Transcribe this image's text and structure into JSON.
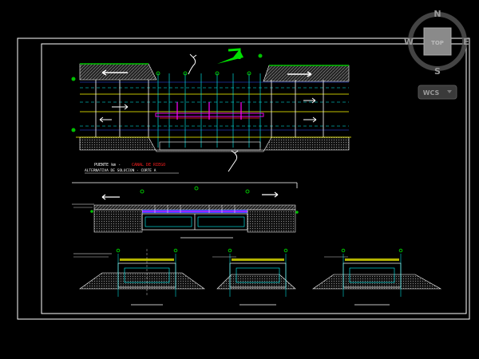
{
  "app": {
    "title": "AutoCAD drawing viewport"
  },
  "viewcube": {
    "north": "N",
    "south": "S",
    "west": "W",
    "east": "E",
    "top_face": "TOP",
    "ucs_label": "WCS"
  },
  "drawing": {
    "plan_caption_white": "PUENTE km -",
    "plan_caption_red": "CANAL DE RIEGO",
    "plan_subcaption": "ALTERNATIVA DE SOLUCION - CORTE A"
  },
  "colors": {
    "background": "#000000",
    "frame": "#ffffff",
    "cyan": "#00ffff",
    "yellow": "#ffff00",
    "green": "#00c000",
    "magenta": "#ff00ff",
    "red": "#ff2020",
    "blue": "#3050ff",
    "grey": "#b0b0b0"
  },
  "icons": [
    "north-arrow-icon",
    "viewcube-icon"
  ]
}
